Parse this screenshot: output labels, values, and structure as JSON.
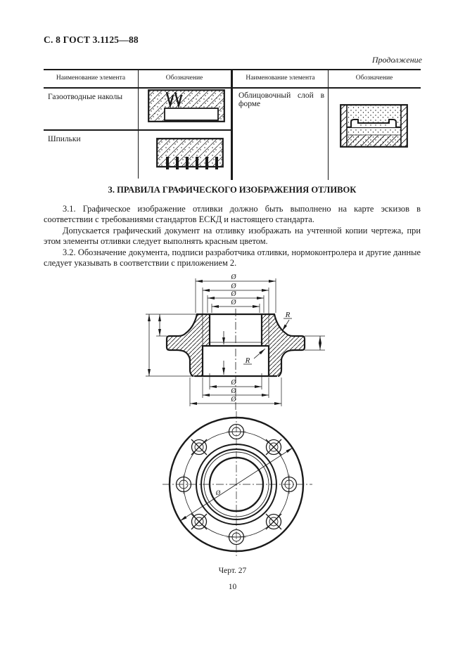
{
  "page": {
    "header": "С. 8 ГОСТ 3.1125—88",
    "continuation": "Продолжение",
    "figure_caption": "Черт. 27",
    "page_number": "10"
  },
  "table": {
    "name_header": "Наименование элемента",
    "designation_header": "Обозначение",
    "left_rows": [
      {
        "name": "Газоотводные наколы",
        "symbol": "gas-vent-pricks-symbol"
      },
      {
        "name": "Шпильки",
        "symbol": "studs-symbol"
      }
    ],
    "right_rows": [
      {
        "name": "Облицовочный слой в форме",
        "symbol": "facing-layer-in-mold-symbol"
      }
    ]
  },
  "section": {
    "heading": "3. ПРАВИЛА ГРАФИЧЕСКОГО ИЗОБРАЖЕНИЯ ОТЛИВОК",
    "para_3_1": "3.1. Графическое изображение отливки должно быть выполнено на карте эскизов в соответствии с требованиями стандартов ЕСКД и настоящего стандарта.",
    "para_3_1a": "Допускается графический документ на отливку изображать на учтенной копии чертежа, при этом элементы отливки следует выполнять красным цветом.",
    "para_3_2": "3.2. Обозначение документа, подписи разработчика отливки, нормоконтролера и другие данные следует указывать в соответствии с приложением 2."
  },
  "drawing": {
    "diameter_symbol": "Ø",
    "radius_label": "R"
  },
  "colors": {
    "ink": "#1a1a1a",
    "paper": "#ffffff"
  }
}
